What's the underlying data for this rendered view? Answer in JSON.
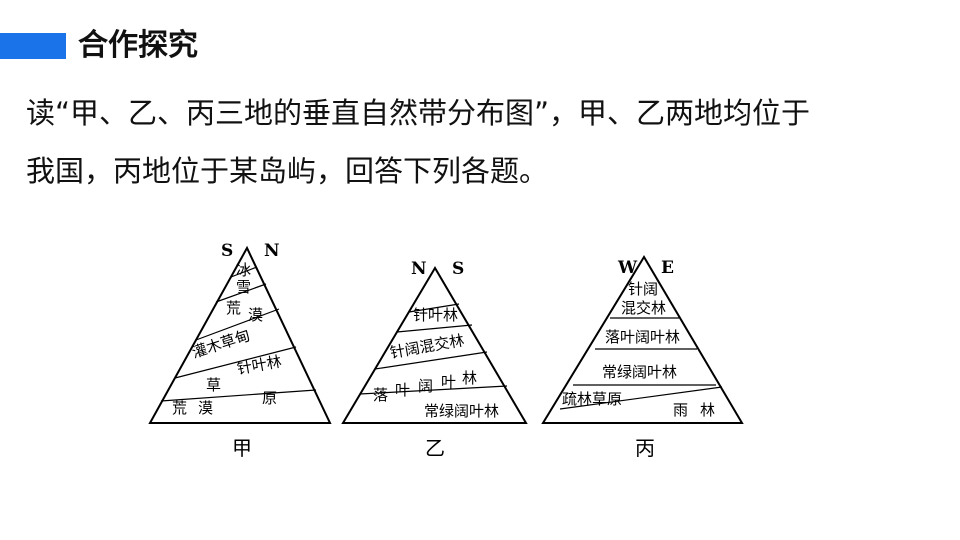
{
  "header": {
    "title": "合作探究",
    "accent_color": "#1a73e8"
  },
  "intro": {
    "line1": "读“甲、乙、丙三地的垂直自然带分布图”，甲、乙两地均位于",
    "line2": "我国，丙地位于某岛屿，回答下列各题。"
  },
  "diagrams": [
    {
      "id": "jia",
      "label": "甲",
      "left_dir": "S",
      "right_dir": "N",
      "zones": [
        "冰",
        "雪",
        "荒",
        "漠",
        "灌木草甸",
        "针叶林",
        "草",
        "原",
        "荒",
        "漠"
      ]
    },
    {
      "id": "yi",
      "label": "乙",
      "left_dir": "N",
      "right_dir": "S",
      "zones": [
        "针叶林",
        "针阔混交林",
        "落",
        "叶",
        "阔",
        "叶",
        "林",
        "常绿阔叶林"
      ]
    },
    {
      "id": "bing",
      "label": "丙",
      "left_dir": "W",
      "right_dir": "E",
      "zones": [
        "针阔",
        "混交林",
        "落叶阔叶林",
        "常绿阔叶林",
        "疏林草原",
        "雨",
        "林"
      ]
    }
  ]
}
